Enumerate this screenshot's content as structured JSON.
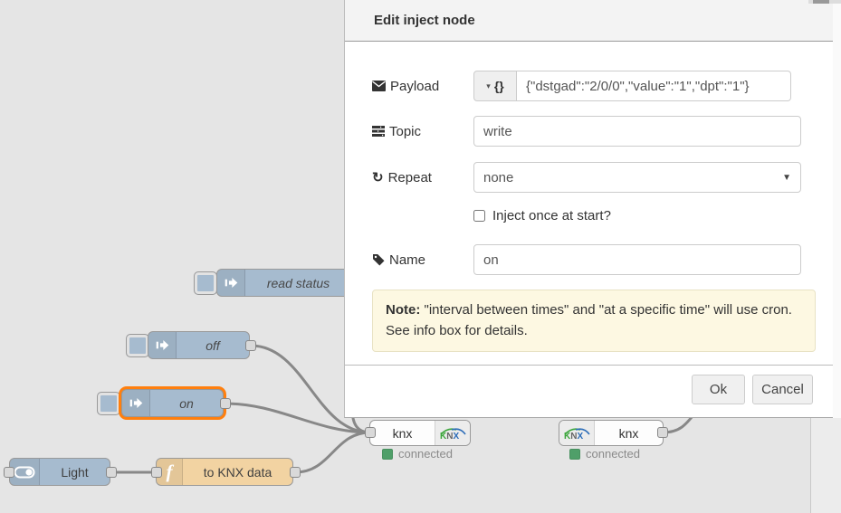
{
  "dialog": {
    "title": "Edit inject node",
    "payload": {
      "label": "Payload",
      "type_icon": "{}",
      "value": "{\"dstgad\":\"2/0/0\",\"value\":\"1\",\"dpt\":\"1\"}"
    },
    "topic": {
      "label": "Topic",
      "value": "write"
    },
    "repeat": {
      "label": "Repeat",
      "value": "none"
    },
    "inject_once_label": "Inject once at start?",
    "name": {
      "label": "Name",
      "value": "on"
    },
    "note": {
      "bold": "Note:",
      "text": " \"interval between times\" and \"at a specific time\" will use cron. See info box for details."
    },
    "buttons": {
      "ok": "Ok",
      "cancel": "Cancel"
    }
  },
  "canvas": {
    "nodes": {
      "read_status": {
        "label": "read status"
      },
      "off": {
        "label": "off"
      },
      "on": {
        "label": "on"
      },
      "light": {
        "label": "Light"
      },
      "function": {
        "label": "to KNX data"
      },
      "knx_out": {
        "label": "knx",
        "status": "connected"
      },
      "knx_in": {
        "label": "knx",
        "status": "connected"
      }
    },
    "knx_logo": {
      "k": "K",
      "n": "N",
      "x": "X"
    }
  },
  "colors": {
    "inject": "#a6bbcf",
    "function": "#f2d3a2",
    "selection": "#ff7f0e",
    "status_green": "#4f9f69",
    "wire": "#888888",
    "note_bg": "#fdf8e2"
  }
}
